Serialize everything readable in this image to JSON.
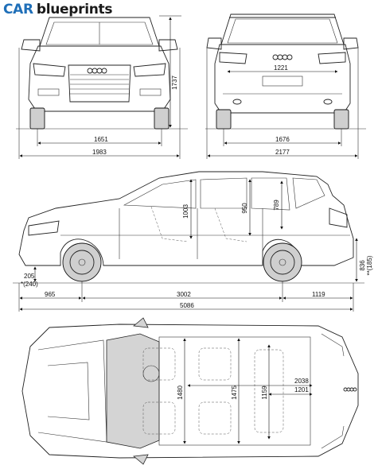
{
  "brand": {
    "car": "CAR",
    "rest": "blueprints"
  },
  "front_view": {
    "overall_height": "1737",
    "track": "1651",
    "width": "1983"
  },
  "rear_view": {
    "wheelbase_label": "1221",
    "track": "1676",
    "width_mirrors": "2177"
  },
  "side_view": {
    "dim_1003": "1003",
    "dim_950": "950",
    "dim_789": "789",
    "ground_front": "205",
    "ground_front_alt": "*(240)",
    "ground_rear": "836",
    "ground_rear_alt": "**(185)",
    "front_overhang": "965",
    "wheelbase": "3002",
    "rear_overhang": "1119",
    "length": "5086"
  },
  "top_view": {
    "interior_1480": "1480",
    "interior_1475": "1475",
    "interior_1159": "1159",
    "cargo_2038": "2038",
    "cargo_1201": "1201"
  },
  "colors": {
    "brand_blue": "#1f6fb8",
    "line": "#222222"
  }
}
